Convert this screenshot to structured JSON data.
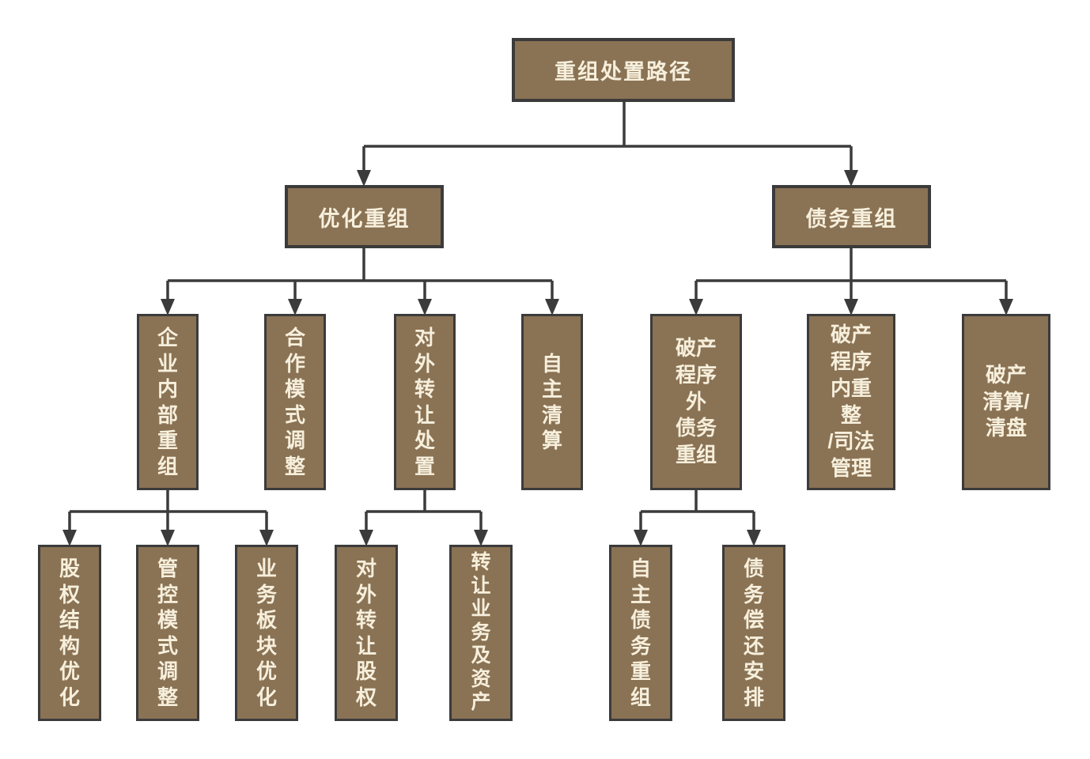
{
  "diagram_title": "重组处置路径",
  "colors": {
    "background": "#ffffff",
    "box_fill": "#8a7254",
    "box_border": "#3b3b3b",
    "box_text": "#f6efdc",
    "connector_line": "#3b3b3b"
  },
  "tree": {
    "label": "重组处置路径",
    "text": "重组处置路径",
    "children": [
      {
        "label": "优化重组",
        "text": "优化重组",
        "children": [
          {
            "label": "企业内部重组",
            "text": "企\n业\n内\n部\n重\n组",
            "children": [
              {
                "label": "股权结构优化",
                "text": "股\n权\n结\n构\n优\n化"
              },
              {
                "label": "管控模式调整",
                "text": "管\n控\n模\n式\n调\n整"
              },
              {
                "label": "业务板块优化",
                "text": "业\n务\n板\n块\n优\n化"
              }
            ]
          },
          {
            "label": "合作模式调整",
            "text": "合\n作\n模\n式\n调\n整"
          },
          {
            "label": "对外转让处置",
            "text": "对\n外\n转\n让\n处\n置",
            "children": [
              {
                "label": "对外转让股权",
                "text": "对\n外\n转\n让\n股\n权"
              },
              {
                "label": "转让业务及资产",
                "text": "转\n让\n业\n务\n及\n资\n产"
              }
            ]
          },
          {
            "label": "自主清算",
            "text": "自\n主\n清\n算"
          }
        ]
      },
      {
        "label": "债务重组",
        "text": "债务重组",
        "children": [
          {
            "label": "破产程序外债务重组",
            "text": "破产\n程序\n外\n债务\n重组",
            "children": [
              {
                "label": "自主债务重组",
                "text": "自\n主\n债\n务\n重\n组"
              },
              {
                "label": "债务偿还安排",
                "text": "债\n务\n偿\n还\n安\n排"
              }
            ]
          },
          {
            "label": "破产程序内重整/司法管理",
            "text": "破产\n程序\n内重\n整\n/司法\n管理"
          },
          {
            "label": "破产清算/清盘",
            "text": "破产\n清算/\n清盘"
          }
        ]
      }
    ]
  }
}
